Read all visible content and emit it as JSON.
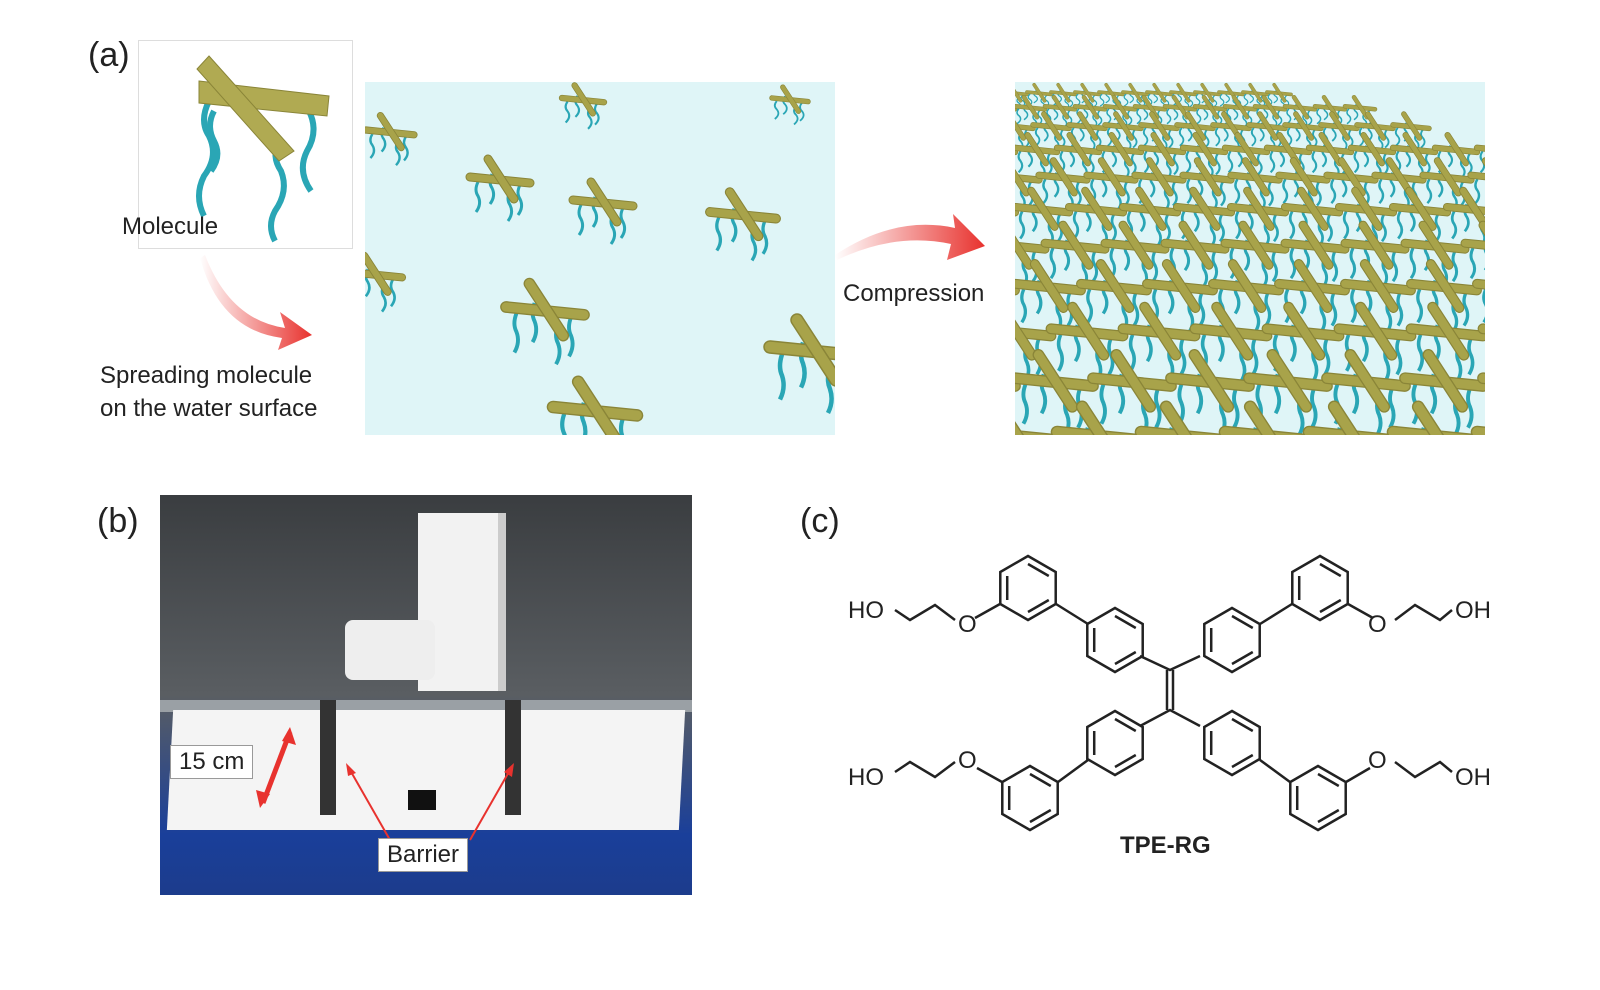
{
  "panels": {
    "a": {
      "label": "(a)",
      "molecule_label": "Molecule",
      "spreading_line1": "Spreading molecule",
      "spreading_line2": "on the water surface",
      "compression_label": "Compression"
    },
    "b": {
      "label": "(b)",
      "width_label": "15 cm",
      "barrier_label": "Barrier"
    },
    "c": {
      "label": "(c)",
      "compound_name": "TPE-RG",
      "groups": {
        "hydroxyl_left_top": "HO",
        "hydroxyl_left_bottom": "HO",
        "hydroxyl_right_top": "OH",
        "hydroxyl_right_bottom": "OH",
        "ether_o": "O"
      }
    }
  },
  "colors": {
    "rod": "#a8a34a",
    "tail": "#2aa6b5",
    "water": "#dff5f7",
    "arrow": "#e8322e"
  }
}
